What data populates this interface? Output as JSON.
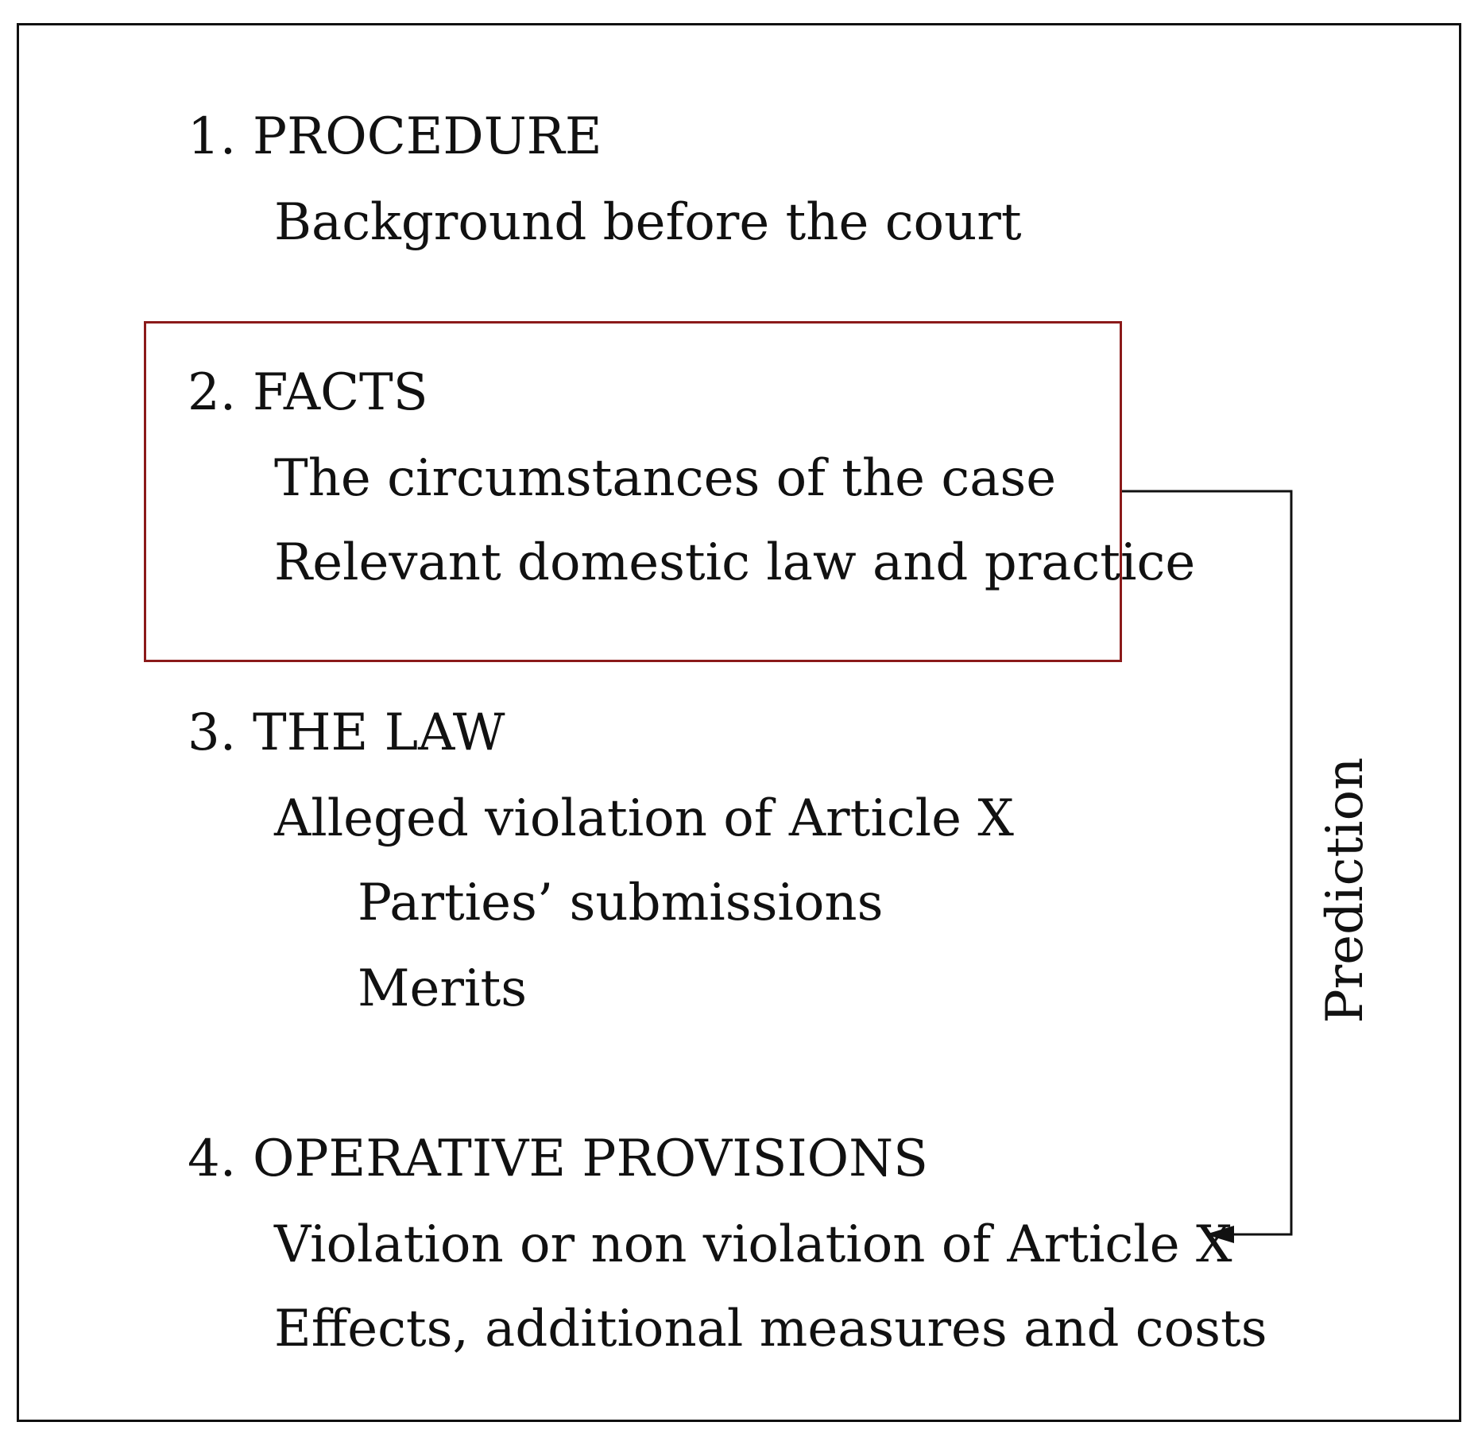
{
  "sections": [
    {
      "number": "1.",
      "title": "PROCEDURE",
      "items": [
        "Background before the court"
      ]
    },
    {
      "number": "2.",
      "title": "FACTS",
      "items": [
        "The circumstances of the case",
        "Relevant domestic law and practice"
      ]
    },
    {
      "number": "3.",
      "title": "THE LAW",
      "items": [
        "Alleged violation of Article X"
      ],
      "subitems": [
        "Parties’ submissions",
        "Merits"
      ]
    },
    {
      "number": "4.",
      "title": "OPERATIVE PROVISIONS",
      "items": [
        "Violation or non violation of Article X",
        "Effects, additional measures and costs"
      ]
    }
  ],
  "arrow": {
    "label": "Prediction",
    "from": "FACTS",
    "to": "Violation or non violation of Article X"
  },
  "colors": {
    "highlight_box": "#8b1a1a",
    "frame": "#111111",
    "text": "#111111"
  }
}
